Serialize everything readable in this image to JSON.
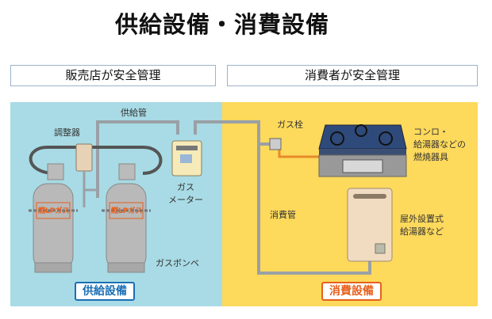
{
  "title": "供給設備・消費設備",
  "headers": {
    "left": "販売店が安全管理",
    "right": "消費者が安全管理"
  },
  "supply": {
    "pipe": "供給管",
    "regulator": "調整器",
    "meter_line1": "ガス",
    "meter_line2": "メーター",
    "cylinder": "ガスボンベ",
    "cylinder_label": "燃LPガス",
    "badge": "供給設備"
  },
  "consume": {
    "valve": "ガス栓",
    "stove_line1": "コンロ・",
    "stove_line2": "給湯器などの",
    "stove_line3": "燃焼器具",
    "pipe": "消費管",
    "heater_line1": "屋外設置式",
    "heater_line2": "給湯器など",
    "badge": "消費設備"
  },
  "colors": {
    "supply_bg": "#a8dbe5",
    "consume_bg": "#fdd95c",
    "supply_accent": "#1a6fb5",
    "consume_accent": "#e8601c"
  }
}
